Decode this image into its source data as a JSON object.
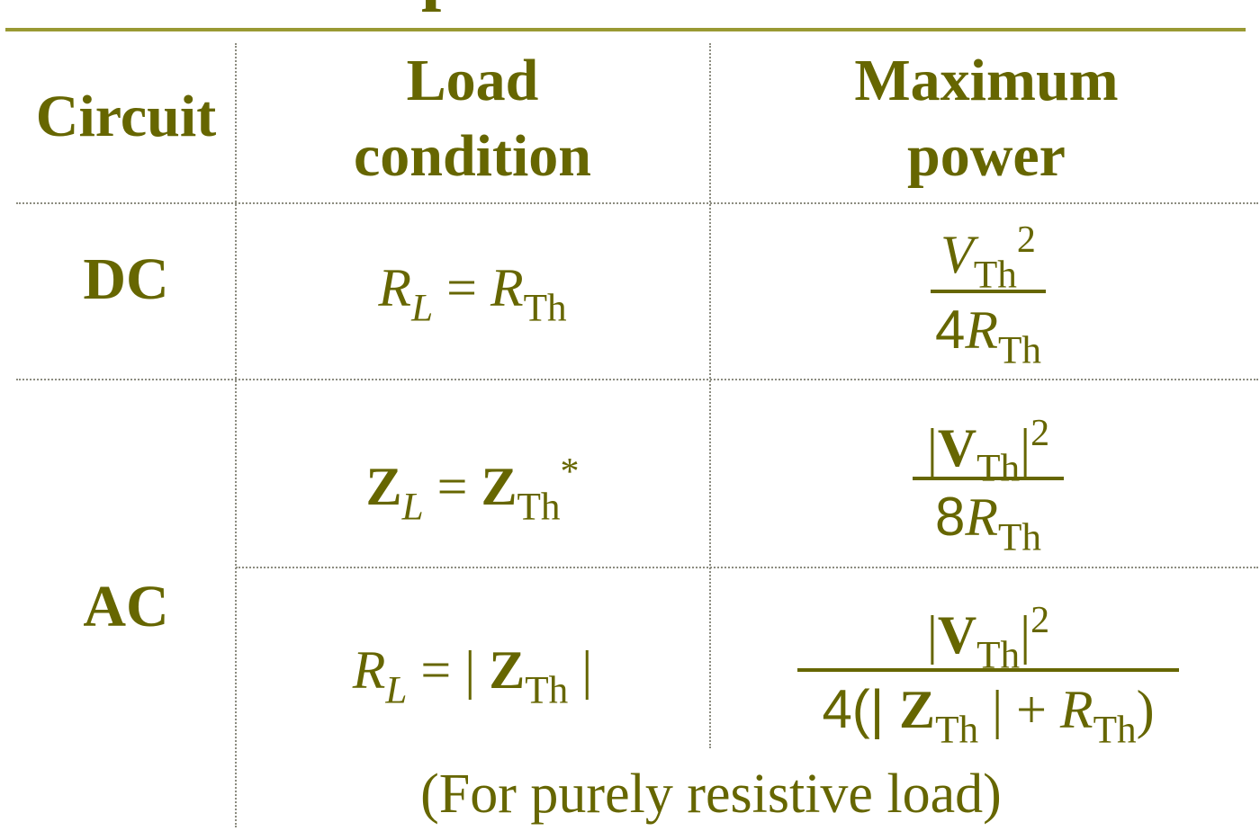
{
  "header": {
    "circuit": "Circuit",
    "load_condition": [
      "Load",
      "condition"
    ],
    "maximum_power": [
      "Maximum",
      "power"
    ]
  },
  "rows": {
    "dc": {
      "label": "DC",
      "load": {
        "lhs_var": "R",
        "lhs_sub": "L",
        "eq": " = ",
        "rhs_var": "R",
        "rhs_sub": "Th"
      },
      "power": {
        "num_var": "V",
        "num_sub": "Th",
        "num_sup": "2",
        "den_coef": "4",
        "den_var": "R",
        "den_sub": "Th"
      }
    },
    "ac_label": "AC",
    "ac_conjugate": {
      "load": {
        "lhs_var": "Z",
        "lhs_sub": "L",
        "eq": " = ",
        "rhs_var": "Z",
        "rhs_sub": "Th",
        "rhs_sup": "*"
      },
      "power": {
        "num_open": "|",
        "num_var": "V",
        "num_sub": "Th",
        "num_close": "|",
        "num_sup": "2",
        "den_coef": "8",
        "den_var": "R",
        "den_sub": "Th"
      }
    },
    "ac_resistive": {
      "load": {
        "lhs_var": "R",
        "lhs_sub": "L",
        "eq": " = | ",
        "rhs_var": "Z",
        "rhs_sub": "Th",
        "rhs_close": " |"
      },
      "power": {
        "num_open": "|",
        "num_var": "V",
        "num_sub": "Th",
        "num_close": "|",
        "num_sup": "2",
        "den_open": "4(| ",
        "den_var1": "Z",
        "den_sub1": "Th",
        "den_mid": " | + ",
        "den_var2": "R",
        "den_sub2": "Th",
        "den_close": ")"
      }
    },
    "note": "(For purely resistive load)"
  },
  "title_fragment": "p"
}
